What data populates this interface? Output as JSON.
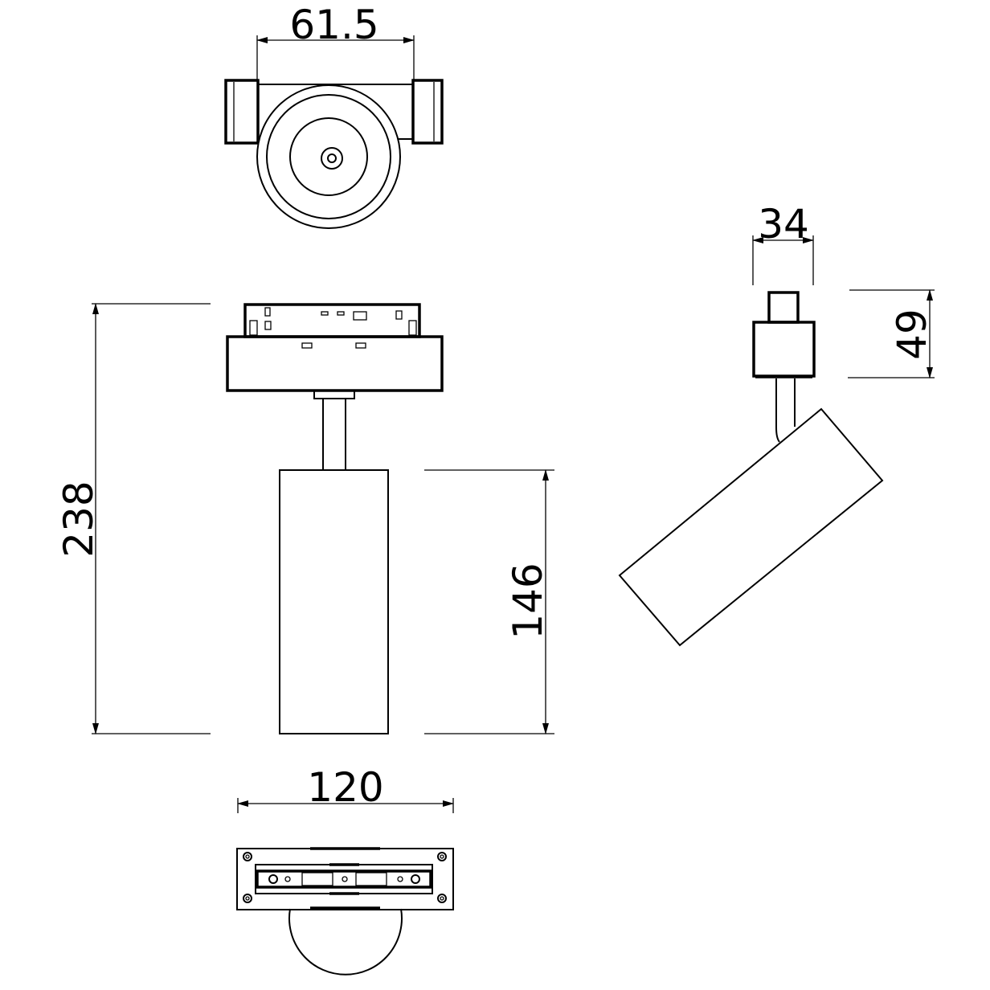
{
  "dimensions": {
    "top_width": "61.5",
    "total_height": "238",
    "body_height": "146",
    "adapter_length": "120",
    "side_width": "34",
    "adapter_height": "49"
  },
  "colors": {
    "line": "#000000",
    "background": "#ffffff"
  }
}
